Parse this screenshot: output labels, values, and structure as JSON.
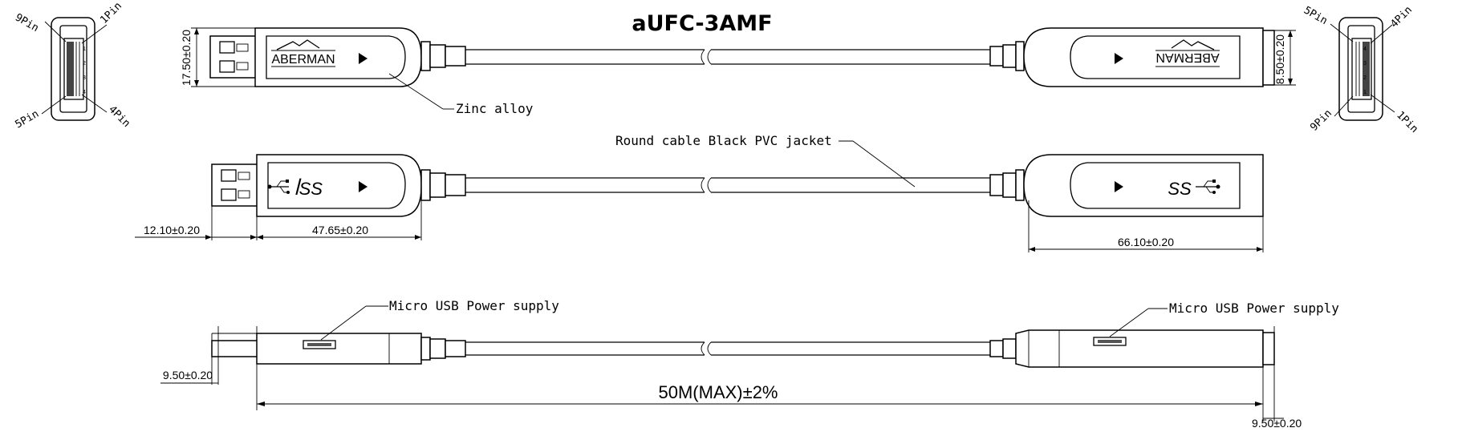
{
  "title": "aUFC-3AMF",
  "brand_logo": "ABERMAN",
  "labels": {
    "zinc_alloy": "Zinc alloy",
    "cable_jacket": "Round cable Black PVC jacket",
    "micro_usb_left": "Micro USB Power supply",
    "micro_usb_right": "Micro USB Power supply"
  },
  "dimensions": {
    "plug_height": "17.50±0.20",
    "socket_height": "8.50±0.20",
    "plug_tongue_length": "12.10±0.20",
    "plug_housing_length": "47.65±0.20",
    "socket_housing_length": "66.10±0.20",
    "left_thickness": "9.50±0.20",
    "right_thickness": "9.50±0.20",
    "total_length": "50M(MAX)±2%"
  },
  "pins": {
    "left_top_left": "9Pin",
    "left_top_right": "1Pin",
    "left_bottom_left": "5Pin",
    "left_bottom_right": "4Pin",
    "right_top_left": "5Pin",
    "right_top_right": "4Pin",
    "right_bottom_left": "9Pin",
    "right_bottom_right": "1Pin"
  },
  "pin_numbers": {
    "left_face": [
      "1",
      "2",
      "3",
      "4"
    ],
    "right_face": [
      "4",
      "3",
      "2",
      "1"
    ]
  },
  "icons": {
    "usb": "usb-ss-icon",
    "arrow": "play-arrow-icon"
  }
}
